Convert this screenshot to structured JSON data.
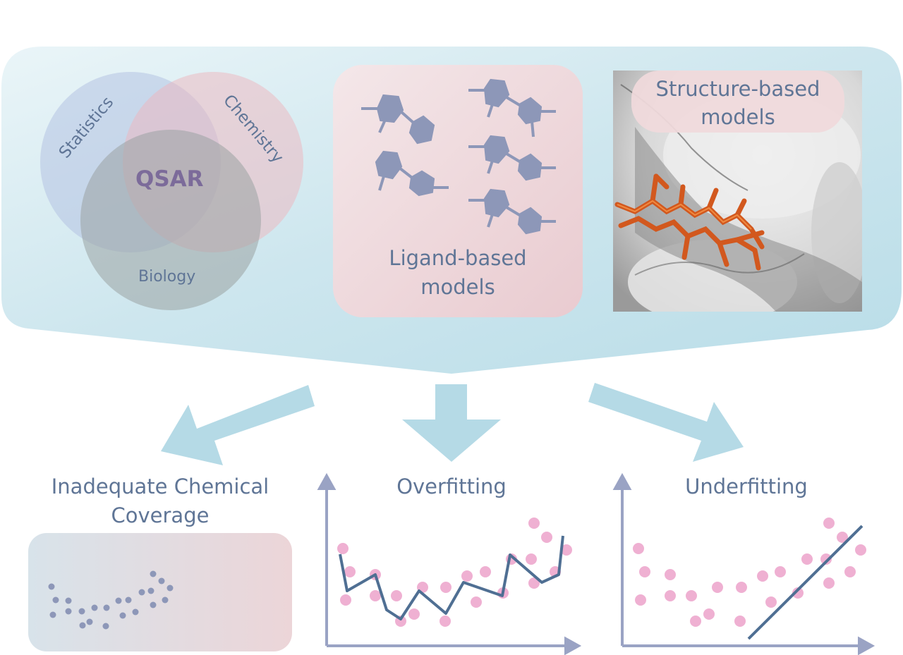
{
  "top_panel": {
    "venn": {
      "statistics": "Statistics",
      "chemistry": "Chemistry",
      "biology": "Biology",
      "center": "QSAR"
    },
    "ligand_based": {
      "label_line1": "Ligand-based",
      "label_line2": "models"
    },
    "structure_based": {
      "label_line1": "Structure-based",
      "label_line2": "models"
    }
  },
  "bottom": {
    "coverage": {
      "title_line1": "Inadequate Chemical",
      "title_line2": "Coverage"
    },
    "overfitting": {
      "title": "Overfitting"
    },
    "underfitting": {
      "title": "Underfitting"
    }
  },
  "colors": {
    "panel": "#cfe6ee",
    "arrow": "#b5dae6",
    "text": "#5f7596",
    "point": "#efb0d2",
    "line": "#4f6f93",
    "axis": "#9aa3c4",
    "molecule": "#8d97b8"
  }
}
